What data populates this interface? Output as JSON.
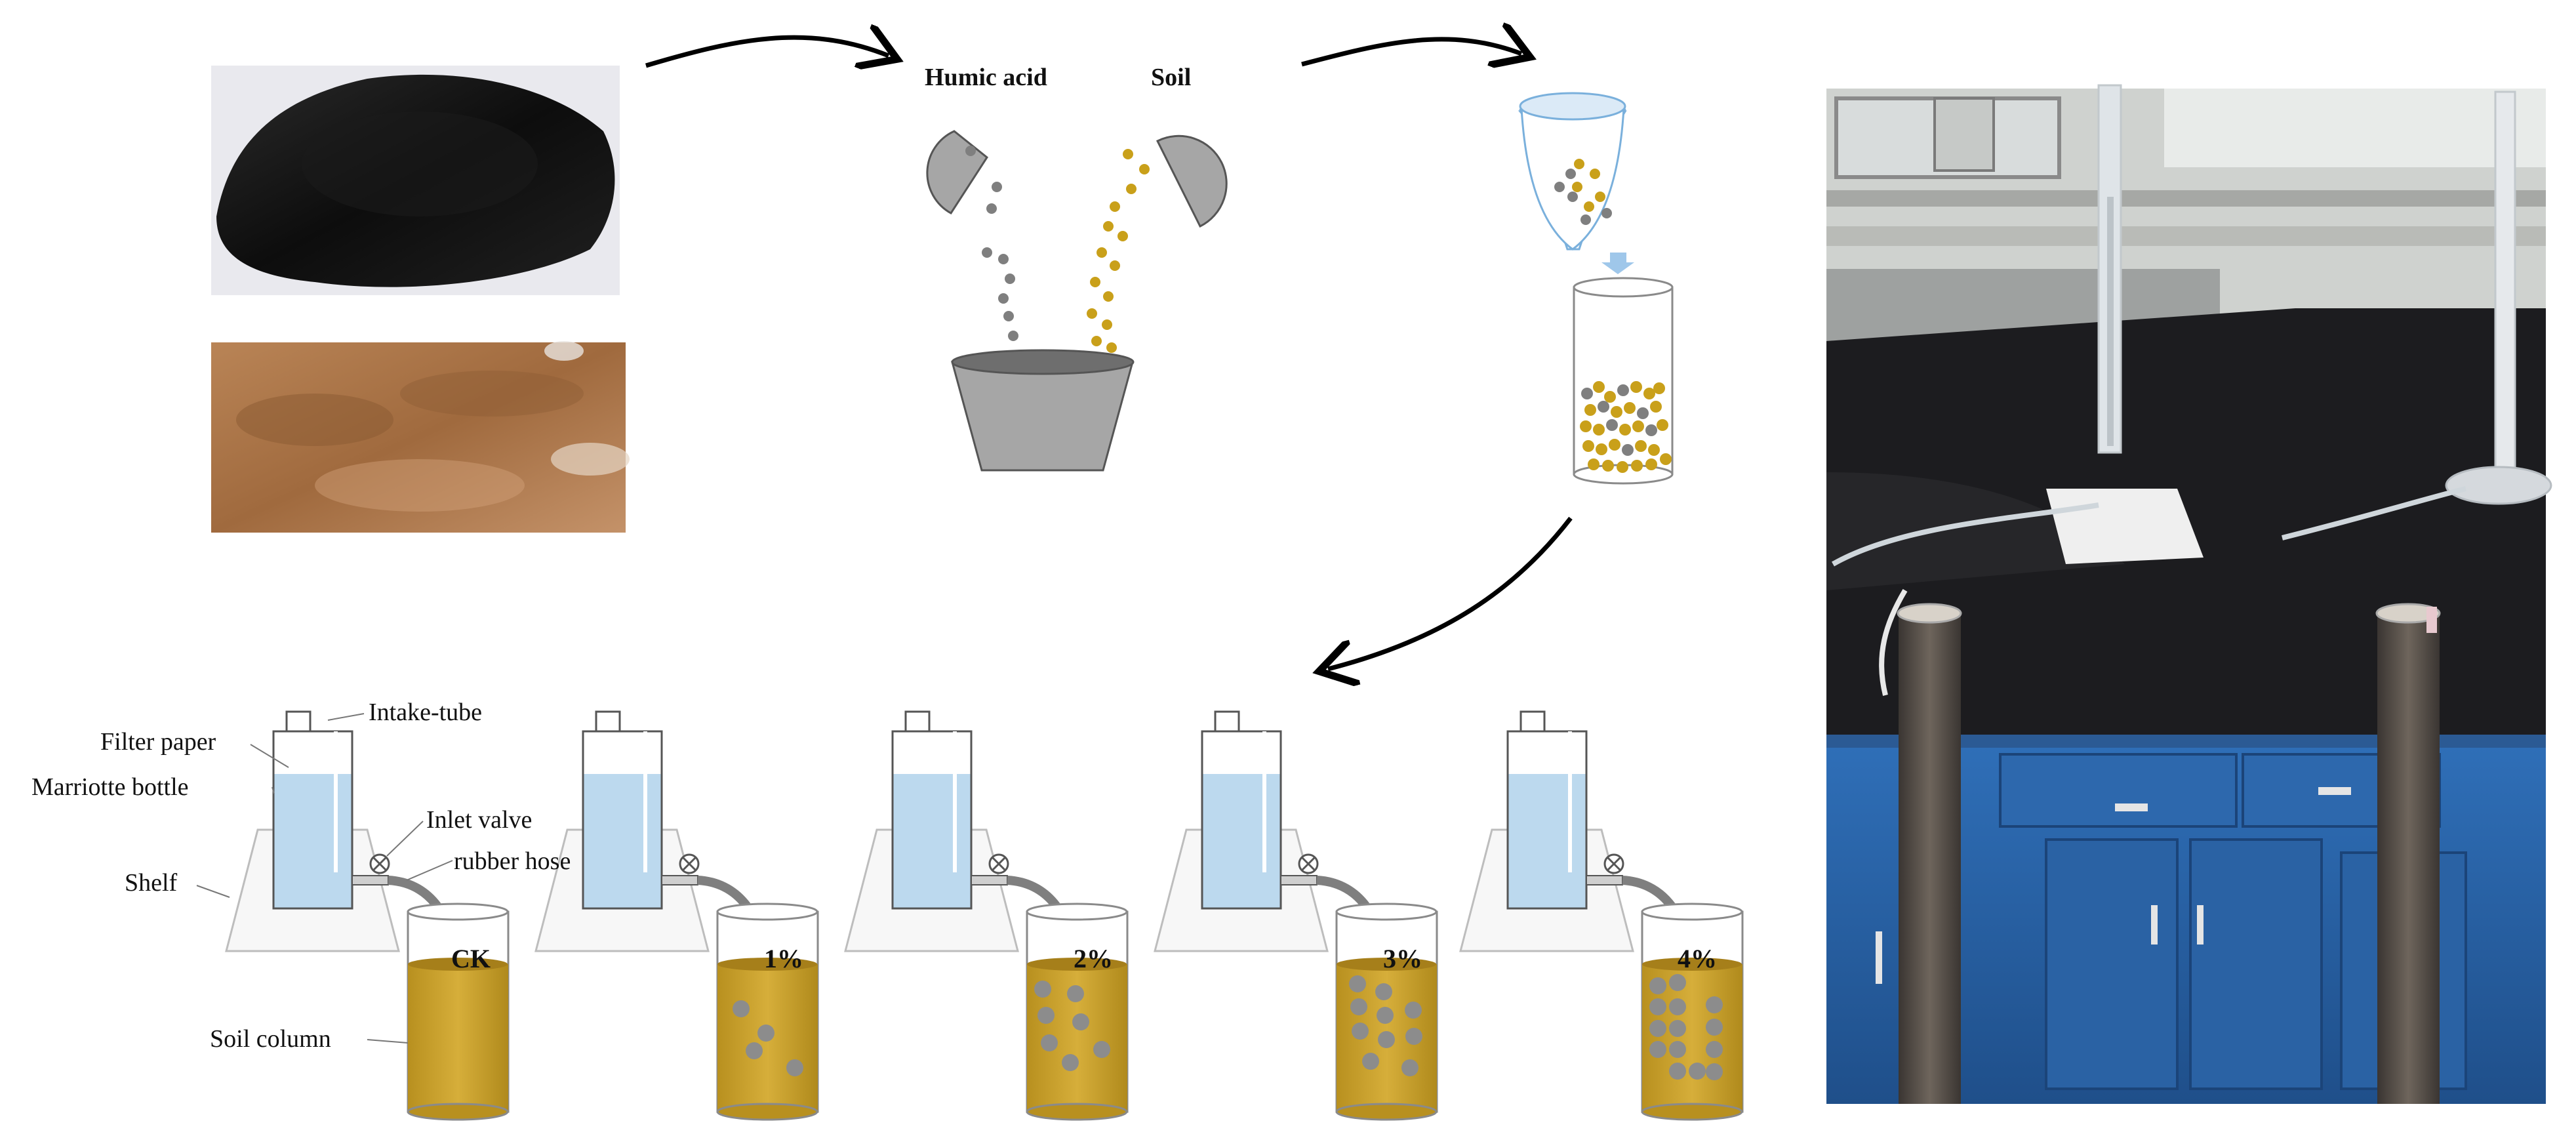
{
  "mixing": {
    "humic_label": "Humic acid",
    "soil_label": "Soil"
  },
  "apparatus_labels": {
    "intake_tube": "Intake-tube",
    "filter_paper": "Filter paper",
    "marriotte_bottle": "Marriotte bottle",
    "inlet_valve": "Inlet valve",
    "rubber_hose": "rubber hose",
    "shelf": "Shelf",
    "soil_column": "Soil column"
  },
  "treatments": [
    {
      "label": "CK",
      "dots": 0
    },
    {
      "label": "1%",
      "dots": 4
    },
    {
      "label": "2%",
      "dots": 7
    },
    {
      "label": "3%",
      "dots": 10
    },
    {
      "label": "4%",
      "dots": 14
    }
  ],
  "colors": {
    "humic": "#7f7f7f",
    "soil_dot": "#c9a01a",
    "soil_fill": "#c8a02e",
    "water": "#bcd9ee",
    "bowl": "#a6a6a6",
    "hose": "#7f7f7f"
  },
  "photos": {
    "humic_photo": "humic-acid-powder-photo",
    "soil_photo": "soil-photo",
    "lab_photo": "laboratory-soil-column-photo"
  }
}
